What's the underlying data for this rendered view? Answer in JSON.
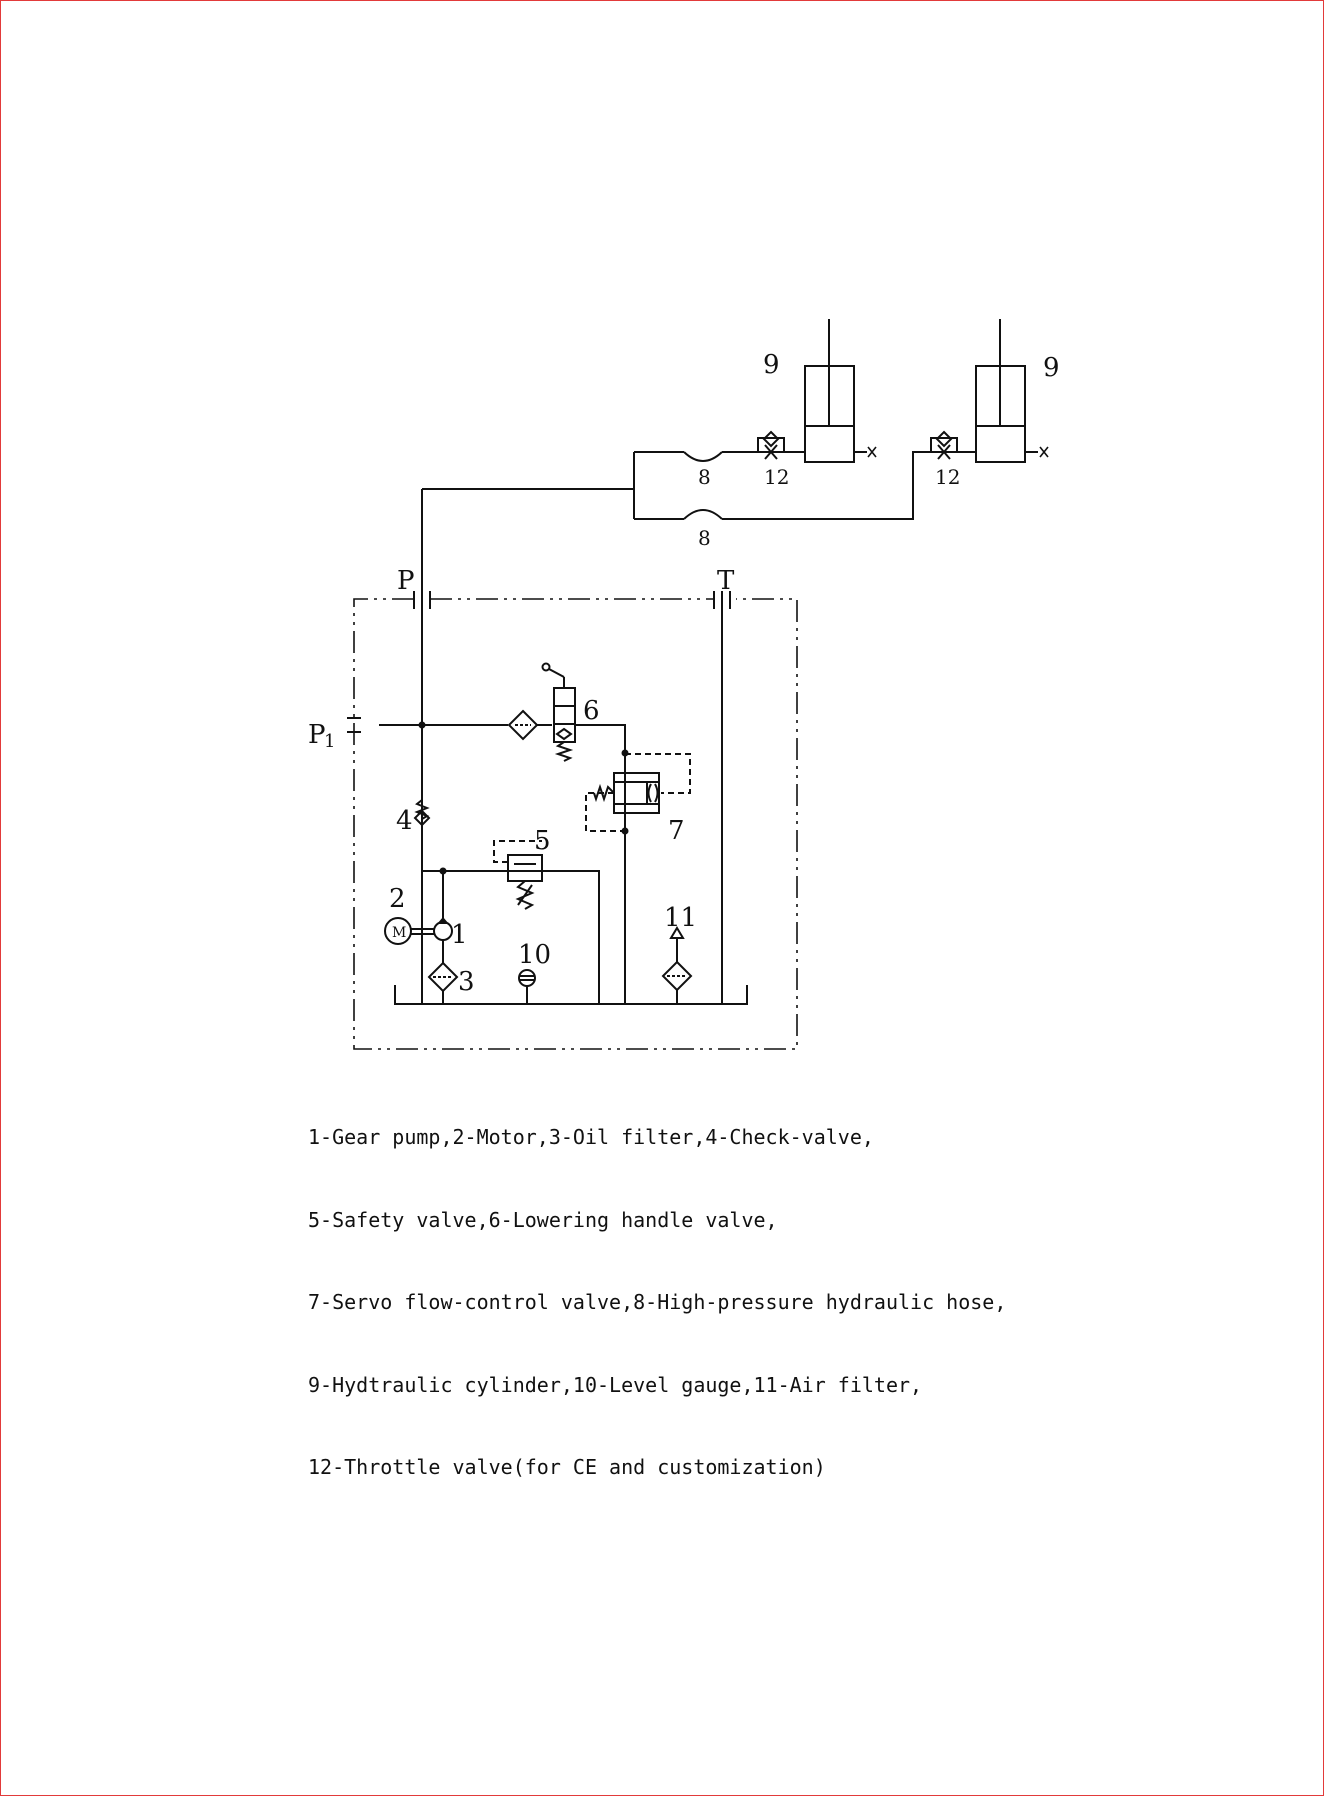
{
  "labels": {
    "n1": "1",
    "n2": "2",
    "n3": "3",
    "n4": "4",
    "n5": "5",
    "n6": "6",
    "n7": "7",
    "n8a": "8",
    "n8b": "8",
    "n9a": "9",
    "n9b": "9",
    "n10": "10",
    "n11": "11",
    "n12a": "12",
    "n12b": "12"
  },
  "ports": {
    "p": "P",
    "p1_main": "P",
    "p1_sub": "1",
    "t": "T"
  },
  "motor_symbol": "M",
  "legend": [
    "1-Gear pump,2-Motor,3-Oil filter,4-Check-valve,",
    "5-Safety valve,6-Lowering handle valve,",
    "7-Servo flow-control valve,8-High-pressure hydraulic hose,",
    "9-Hydtraulic cylinder,10-Level gauge,11-Air filter,",
    "12-Throttle valve(for CE and customization)"
  ]
}
